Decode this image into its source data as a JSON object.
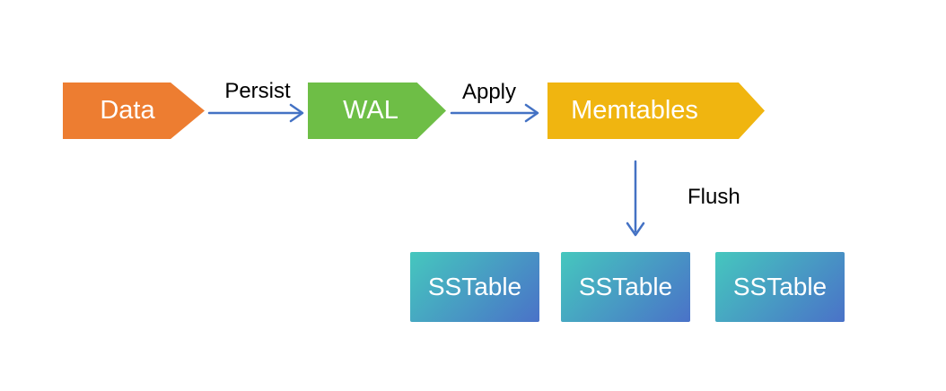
{
  "colors": {
    "background": "#ffffff",
    "node_data_fill": "#ED7D31",
    "node_wal_fill": "#6EBE46",
    "node_memtables_fill": "#F0B510",
    "node_text": "#ffffff",
    "edge_label_text": "#000000",
    "arrow": "#4472C4",
    "sstable_gradient_start": "#45C7BE",
    "sstable_gradient_end": "#4A72C8"
  },
  "diagram": {
    "nodes": [
      {
        "id": "data",
        "label": "Data",
        "shape": "right-arrow-pentagon"
      },
      {
        "id": "wal",
        "label": "WAL",
        "shape": "right-arrow-pentagon"
      },
      {
        "id": "memtables",
        "label": "Memtables",
        "shape": "right-arrow-pentagon"
      }
    ],
    "edges": [
      {
        "id": "persist",
        "label": "Persist",
        "from": "Data",
        "to": "WAL",
        "direction": "right"
      },
      {
        "id": "apply",
        "label": "Apply",
        "from": "WAL",
        "to": "Memtables",
        "direction": "right"
      },
      {
        "id": "flush",
        "label": "Flush",
        "from": "Memtables",
        "to": "SSTable",
        "direction": "down"
      }
    ],
    "sstables": [
      {
        "label": "SSTable"
      },
      {
        "label": "SSTable"
      },
      {
        "label": "SSTable"
      }
    ]
  }
}
